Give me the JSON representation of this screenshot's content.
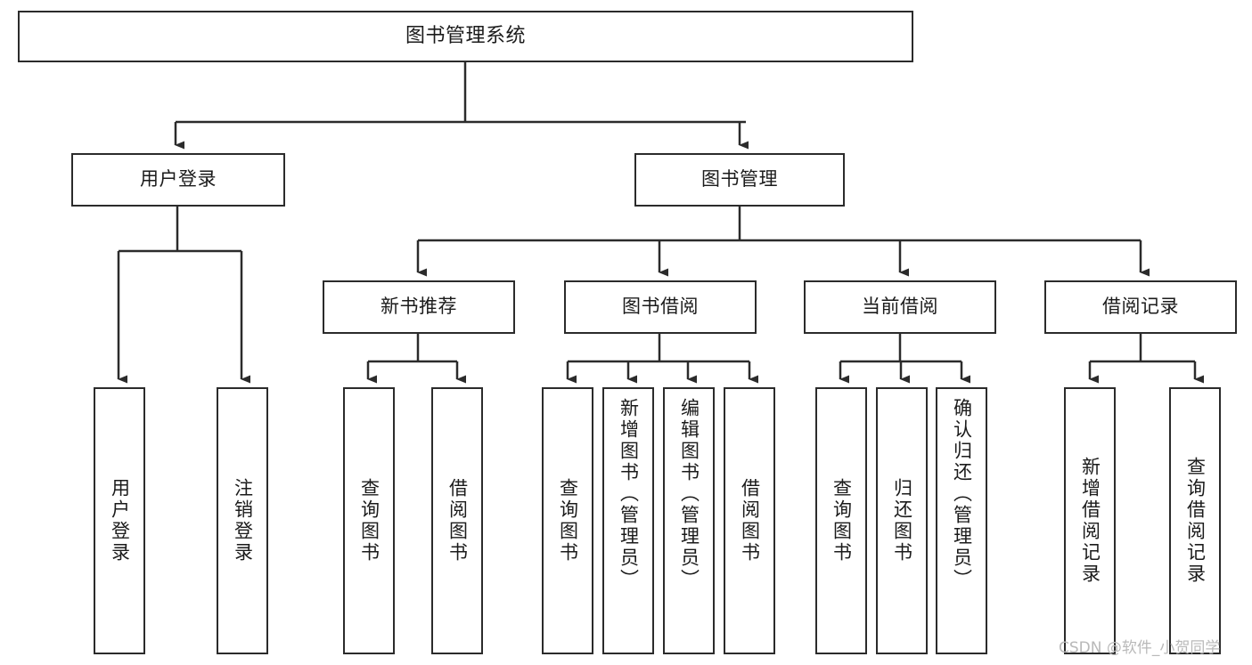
{
  "diagram": {
    "title": "图书管理系统",
    "type": "tree",
    "orientation": "top-down",
    "stroke_color": "#2b2b2b",
    "fill_color": "#ffffff",
    "text_color": "#1b1b1b"
  },
  "watermark": {
    "text": "CSDN @软件_小贺同学",
    "color": "#b9b9b9"
  },
  "nodes": {
    "root": {
      "label": "图书管理系统"
    },
    "level2": [
      {
        "label": "用户登录"
      },
      {
        "label": "图书管理"
      }
    ],
    "level3": [
      {
        "label": "新书推荐"
      },
      {
        "label": "图书借阅"
      },
      {
        "label": "当前借阅"
      },
      {
        "label": "借阅记录"
      }
    ],
    "leaves": {
      "user_login": [
        {
          "label": "用户登录"
        },
        {
          "label": "注销登录"
        }
      ],
      "new_book": [
        {
          "label": "查询图书"
        },
        {
          "label": "借阅图书"
        }
      ],
      "book_borrow": [
        {
          "label": "查询图书"
        },
        {
          "label": "新增图书（管理员）"
        },
        {
          "label": "编辑图书（管理员）"
        },
        {
          "label": "借阅图书"
        }
      ],
      "current_borrow": [
        {
          "label": "查询图书"
        },
        {
          "label": "归还图书"
        },
        {
          "label": "确认归还（管理员）"
        }
      ],
      "borrow_record": [
        {
          "label": "新增借阅记录"
        },
        {
          "label": "查询借阅记录"
        }
      ]
    }
  }
}
